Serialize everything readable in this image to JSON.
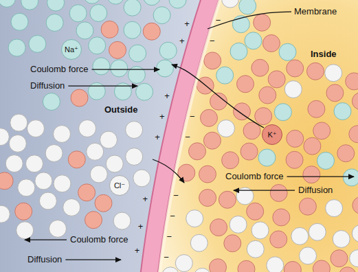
{
  "diagram": {
    "nodes": [
      {
        "text": [
          "Na⁺"
        ]
      },
      {
        "text": [
          "K⁺"
        ]
      },
      {
        "text": [
          "Cl⁻"
        ]
      }
    ],
    "labels": [
      "Membrane",
      "Coulomb force",
      "Diffusion",
      "Outside",
      "Inside",
      "Coulomb force",
      "Diffusion",
      "Coulomb force",
      "Diffusion",
      "+",
      "+",
      "+",
      "+",
      "+",
      "+",
      "+",
      "+",
      "−",
      "−",
      "−",
      "−",
      "−",
      "−",
      "−",
      "−"
    ]
  }
}
